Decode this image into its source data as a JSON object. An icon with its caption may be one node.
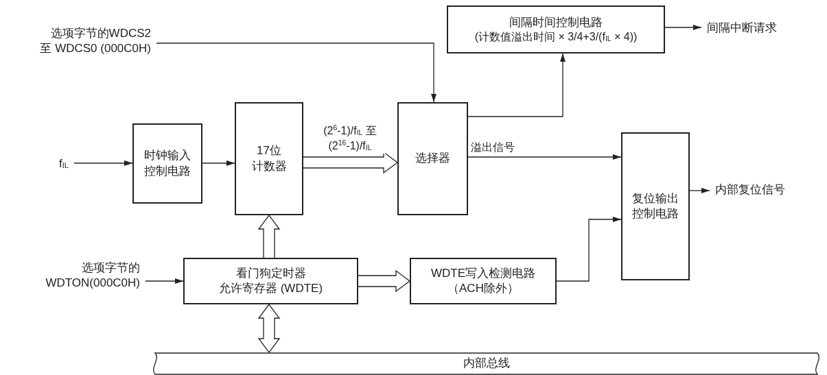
{
  "diagram": {
    "nodes": [
      {
        "text": [
          "选项字节的WDCS2 至 WDCS0 (000C0H)"
        ]
      },
      {
        "text": [
          "间隔时间控制电路",
          "(计数值溢出时间 × 3/4+3/(f$_{IL}$ × 4))"
        ]
      },
      {
        "text": [
          "间隔中断请求"
        ]
      },
      {
        "text": [
          "f$_{IL}$"
        ]
      },
      {
        "text": [
          "时钟输入控制电路"
        ]
      },
      {
        "text": [
          "17位计数器"
        ]
      },
      {
        "text": [
          "选择器"
        ]
      },
      {
        "text": [
          "复位输出控制电路"
        ]
      },
      {
        "text": [
          "内部复位信号"
        ]
      },
      {
        "text": [
          "选项字节的 WDTON(000C0H)"
        ]
      },
      {
        "text": [
          "看门狗定时器允许寄存器 (WDTE)"
        ]
      },
      {
        "text": [
          "WDTE写入检测电路（ACH除外）"
        ]
      },
      {
        "text": [
          "内部总线"
        ]
      }
    ],
    "edges": [
      {
        "from": 0,
        "to": 6,
        "arrow": "to"
      },
      {
        "from": 6,
        "to": 1,
        "arrow": "to"
      },
      {
        "from": 1,
        "to": 2,
        "arrow": "to"
      },
      {
        "from": 3,
        "to": 4,
        "arrow": "to"
      },
      {
        "from": 4,
        "to": 5,
        "arrow": "to"
      },
      {
        "from": 5,
        "to": 6,
        "arrow": "to",
        "style": "thick",
        "label": "(2$^{6}$-1)/f$_{IL}$ 至 (2$^{16}$-1)/f$_{IL}$"
      },
      {
        "from": 6,
        "to": 7,
        "arrow": "to",
        "label": "溢出信号"
      },
      {
        "from": 7,
        "to": 8,
        "arrow": "to"
      },
      {
        "from": 10,
        "to": 5,
        "arrow": "to",
        "style": "thick"
      },
      {
        "from": 9,
        "to": 10,
        "arrow": "to"
      },
      {
        "from": 10,
        "to": 11,
        "arrow": "to",
        "style": "thick"
      },
      {
        "from": 11,
        "to": 7,
        "arrow": "to"
      },
      {
        "from": 10,
        "to": 12,
        "arrow": "both",
        "style": "thick"
      }
    ]
  }
}
